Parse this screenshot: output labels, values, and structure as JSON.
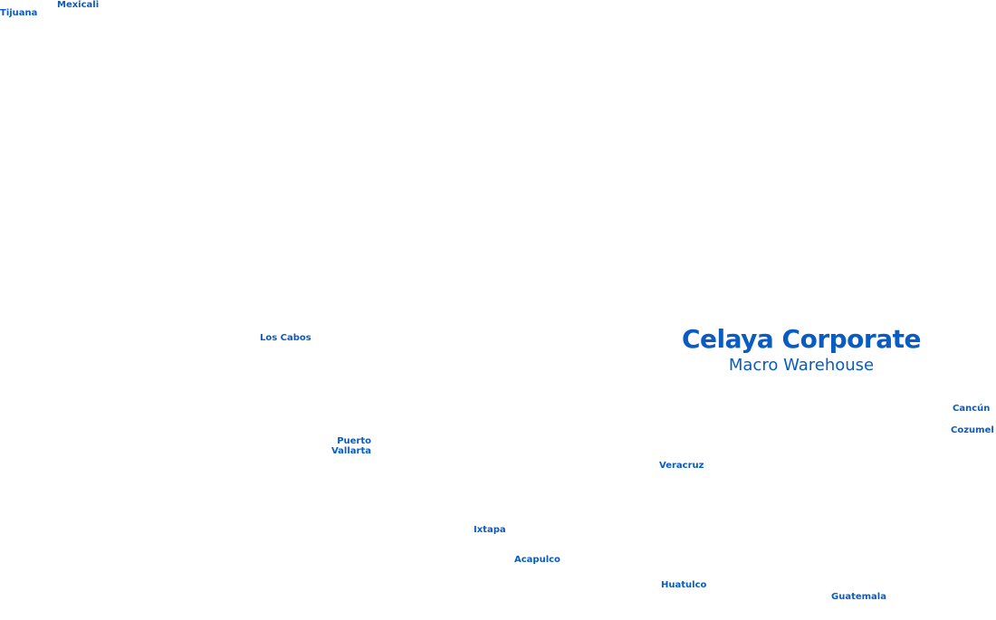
{
  "map": {
    "label_color": "#0a5cc2",
    "background": "#ffffff",
    "title": "Celaya Corporate",
    "subtitle": "Macro Warehouse",
    "cities": {
      "tijuana": "Tijuana",
      "mexicali": "Mexicali",
      "los_cabos": "Los Cabos",
      "puerto_vallarta_1": "Puerto",
      "puerto_vallarta_2": "Vallarta",
      "veracruz": "Veracruz",
      "cancun": "Cancún",
      "cozumel": "Cozumel",
      "ixtapa": "Ixtapa",
      "acapulco": "Acapulco",
      "huatulco": "Huatulco",
      "guatemala": "Guatemala"
    }
  }
}
